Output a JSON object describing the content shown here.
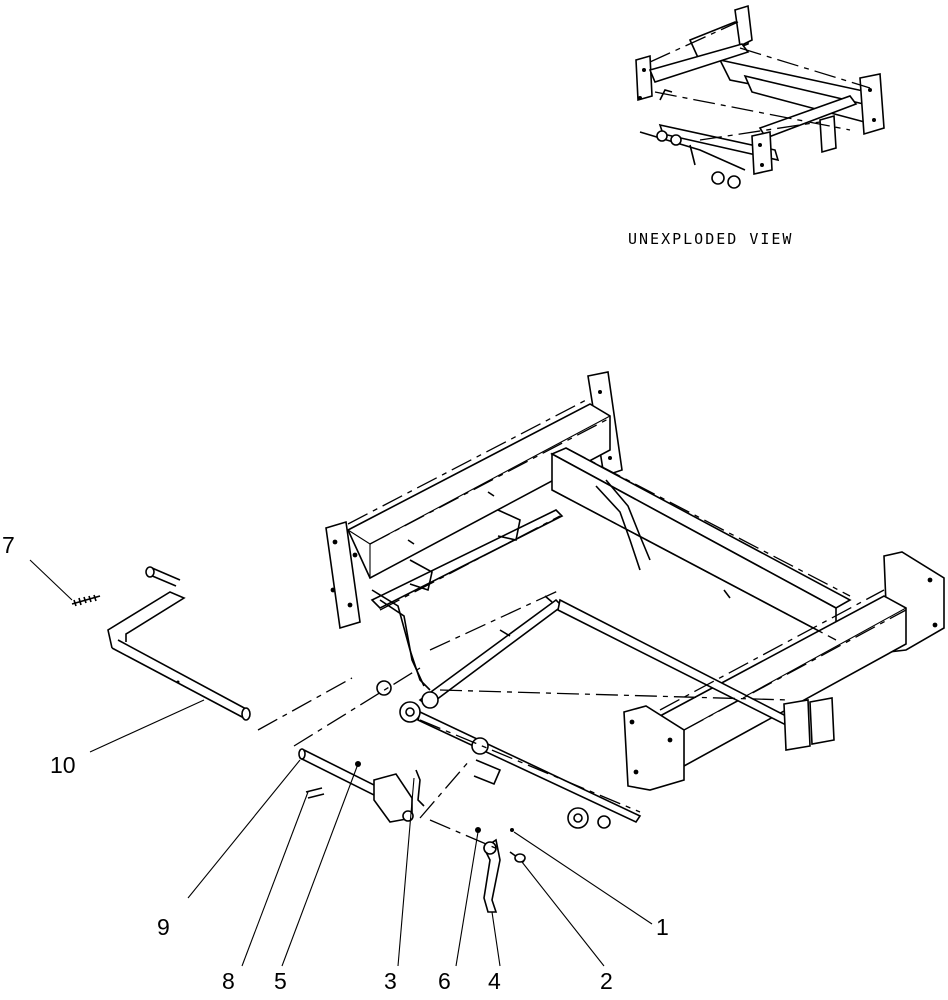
{
  "caption": "UNEXPLODED VIEW",
  "callouts": [
    "1",
    "2",
    "3",
    "4",
    "5",
    "6",
    "7",
    "8",
    "9",
    "10"
  ],
  "colors": {
    "line": "#000000",
    "background": "#ffffff"
  }
}
